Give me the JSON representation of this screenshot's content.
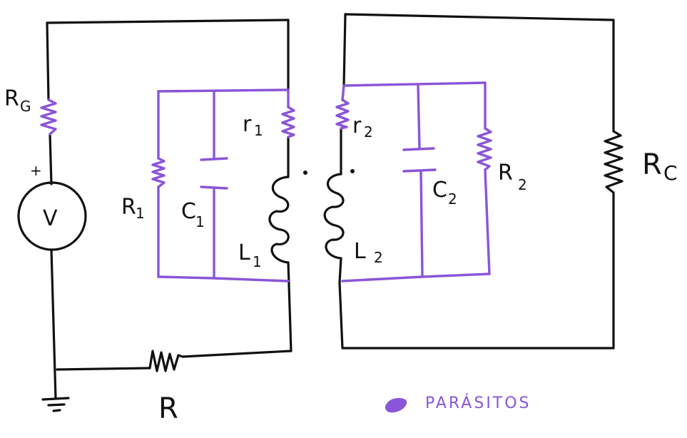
{
  "colors": {
    "ink": "#111111",
    "parasitic": "#8a55d8"
  },
  "labels": {
    "rg_main": "R",
    "rg_sub": "G",
    "source_symbol": "V",
    "source_polarity": "+",
    "r1_main": "R",
    "r1_sub": "1",
    "c1_main": "C",
    "c1_sub": "1",
    "res_r1_main": "r",
    "res_r1_sub": "1",
    "l1_main": "L",
    "l1_sub": "1",
    "res_r2_main": "r",
    "res_r2_sub": "2",
    "l2_main": "L",
    "l2_sub": "2",
    "c2_main": "C",
    "c2_sub": "2",
    "r2_main": "R",
    "r2_sub": "2",
    "rc_main": "R",
    "rc_sub": "C",
    "r_bottom": "R"
  },
  "legend": {
    "text": "PARÁSITOS"
  }
}
